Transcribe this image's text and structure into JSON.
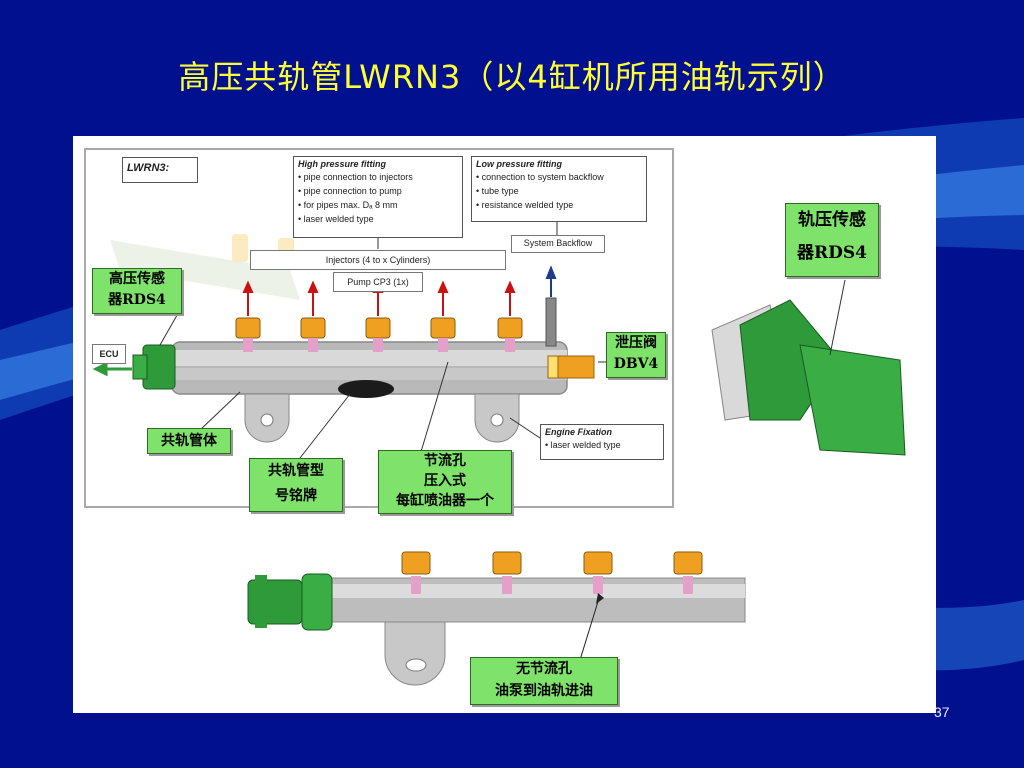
{
  "slide": {
    "title": "高压共轨管LWRN3（以4缸机所用油轨示列）",
    "page_number": "37"
  },
  "boxes": {
    "model": "LWRN3:",
    "high_pressure": {
      "header": "High pressure fitting",
      "lines": [
        "• pipe connection to injectors",
        "• pipe connection to pump",
        "• for pipes max. Dₐ 8 mm",
        "• laser welded type"
      ]
    },
    "low_pressure": {
      "header": "Low pressure fitting",
      "lines": [
        "• connection to system backflow",
        "• tube type",
        "• resistance welded type"
      ]
    },
    "system_backflow": "System Backflow",
    "injectors": "Injectors (4 to x Cylinders)",
    "pump": "Pump CP3 (1x)",
    "ecu": "ECU",
    "engine_fixation": {
      "header": "Engine Fixation",
      "lines": [
        "• laser welded type"
      ]
    }
  },
  "labels": {
    "sensor_left": [
      "高压传感",
      "器RDS4"
    ],
    "sensor_right": [
      "轨压传感",
      "器RDS4"
    ],
    "valve": [
      "泄压阀",
      "DBV4"
    ],
    "rail_body": "共轨管体",
    "nameplate": [
      "共轨管型",
      "号铭牌"
    ],
    "throttle": [
      "节流孔",
      "压入式",
      "每缸喷油器一个"
    ],
    "no_throttle": [
      "无节流孔",
      "油泵到油轨进油"
    ]
  },
  "colors": {
    "background": "#00108f",
    "title": "#ffff33",
    "label_fill": "#7fe26b",
    "arrow_red": "#cc1111",
    "sensor_green": "#2e9a3a",
    "fitting_orange": "#f0a020"
  }
}
